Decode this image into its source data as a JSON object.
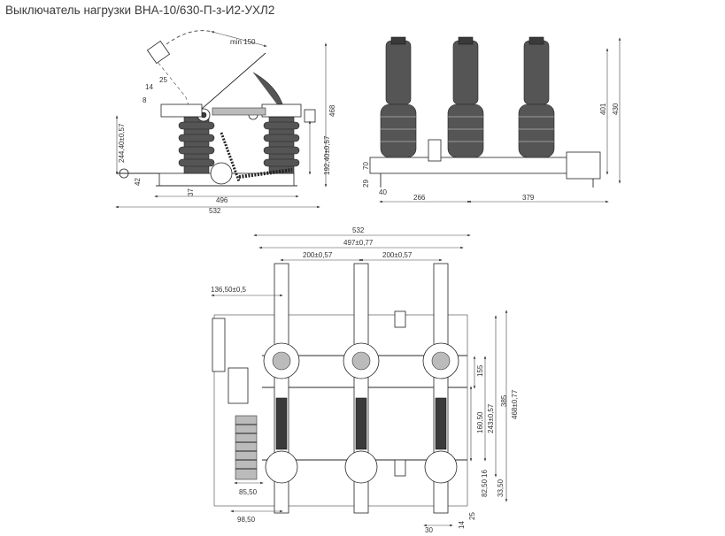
{
  "title": "Выключатель нагрузки ВНА-10/630-П-з-И2-УХЛ2",
  "side_view": {
    "dims": {
      "min150": "min 150",
      "d25": "25",
      "d14": "14",
      "d8": "8",
      "d468": "468",
      "d244": "244,40±0,57",
      "d192": "192,40±0,57",
      "d42": "42",
      "d37": "37",
      "d496": "496",
      "d532": "532"
    }
  },
  "front_view": {
    "dims": {
      "d401": "401",
      "d430": "430",
      "d70": "70",
      "d29": "29",
      "d40": "40",
      "d266": "266",
      "d379": "379"
    }
  },
  "top_view": {
    "dims": {
      "d532": "532",
      "d497": "497±0,77",
      "d200a": "200±0,57",
      "d200b": "200±0,57",
      "d136": "136,50±0,5",
      "d155": "155",
      "d160": "160,50",
      "d243": "243±0,57",
      "d385": "385",
      "d468": "468±0,77",
      "d16": "16",
      "d82": "82,50",
      "d33": "33,50",
      "d85": "85,50",
      "d98": "98,50",
      "d30": "30",
      "d25": "25",
      "d14": "14"
    }
  }
}
